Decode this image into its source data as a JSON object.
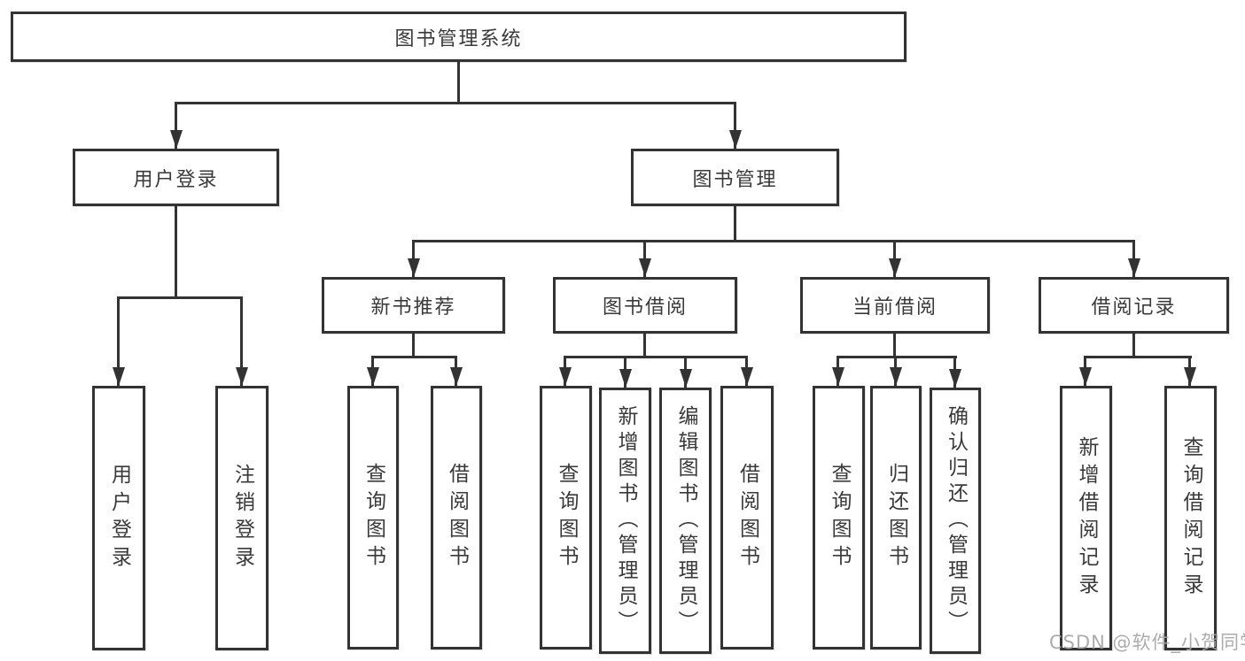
{
  "colors": {
    "line": "#333333",
    "text": "#3a3a3a",
    "background": "#ffffff",
    "watermark": "#a5a5a5"
  },
  "tree": {
    "root": {
      "label": "图书管理系统"
    },
    "branches": [
      {
        "label": "用户登录",
        "children": [
          {
            "label": "用户登录"
          },
          {
            "label": "注销登录"
          }
        ]
      },
      {
        "label": "图书管理",
        "children": [
          {
            "label": "新书推荐",
            "children": [
              {
                "label": "查询图书"
              },
              {
                "label": "借阅图书"
              }
            ]
          },
          {
            "label": "图书借阅",
            "children": [
              {
                "label": "查询图书"
              },
              {
                "label": "新增图书（管理员）"
              },
              {
                "label": "编辑图书（管理员）"
              },
              {
                "label": "借阅图书"
              }
            ]
          },
          {
            "label": "当前借阅",
            "children": [
              {
                "label": "查询图书"
              },
              {
                "label": "归还图书"
              },
              {
                "label": "确认归还（管理员）"
              }
            ]
          },
          {
            "label": "借阅记录",
            "children": [
              {
                "label": "新增借阅记录"
              },
              {
                "label": "查询借阅记录"
              }
            ]
          }
        ]
      }
    ]
  },
  "watermark": {
    "text": "CSDN @软件_小贺同学"
  }
}
